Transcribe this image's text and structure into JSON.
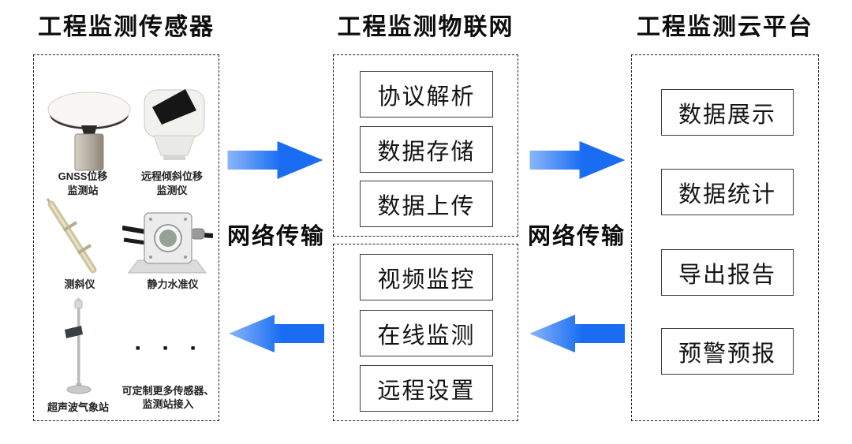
{
  "sensors": {
    "title": "工程监测传感器",
    "gnss": {
      "line1": "GNSS位移",
      "line2": "监测站"
    },
    "tilt": {
      "line1": "远程倾斜位移",
      "line2": "监测仪"
    },
    "inclinometer": "测斜仪",
    "hydrostatic": "静力水准仪",
    "weather": "超声波气象站",
    "more": {
      "dots": "■ ■ ■",
      "line1": "可定制更多传感器、",
      "line2": "监测站接入"
    }
  },
  "iot": {
    "title": "工程监测物联网",
    "upper": [
      "协议解析",
      "数据存储",
      "数据上传"
    ],
    "lower": [
      "视频监控",
      "在线监测",
      "远程设置"
    ]
  },
  "cloud": {
    "title": "工程监测云平台",
    "boxes": [
      "数据展示",
      "数据统计",
      "导出报告",
      "预警预报"
    ]
  },
  "transport": {
    "left": "网络传输",
    "right": "网络传输"
  },
  "colors": {
    "arrow_light": "#8ab6f8",
    "arrow_dark": "#1a6df3"
  }
}
